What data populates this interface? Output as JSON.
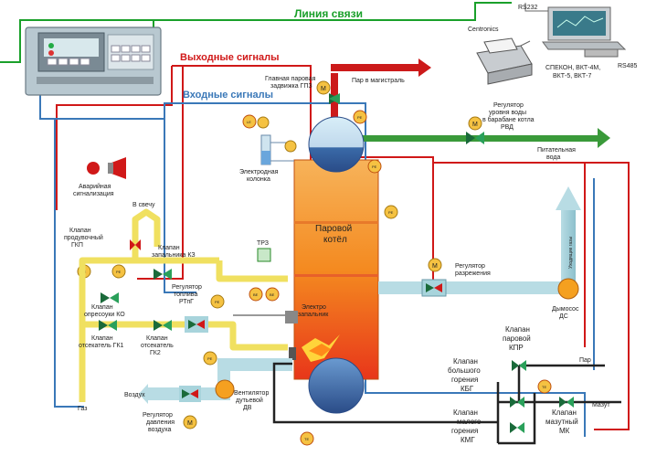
{
  "titles": {
    "comm_line": "Линия связи",
    "output_signals": "Выходные сигналы",
    "input_signals": "Входные сигналы"
  },
  "devices": {
    "rs232": "RS232",
    "centronics": "Centronics",
    "rs485": "RS485",
    "speckon": "СПЕКОН, ВКТ-4М,",
    "vkt": "ВКТ-5, ВКТ-7"
  },
  "labels": {
    "main_valve_1": "Главная паровая",
    "main_valve_2": "задвижка ГПЗ",
    "steam_main": "Пар в магистраль",
    "level_reg_1": "Регулятор",
    "level_reg_2": "уровня воды",
    "level_reg_3": "в барабане котла",
    "level_reg_4": "РВД",
    "feed_water_1": "Питательная",
    "feed_water_2": "вода",
    "alarm_1": "Аварийная",
    "alarm_2": "сигнализация",
    "electrode_1": "Электродная",
    "electrode_2": "колонка",
    "to_candle": "В свечу",
    "purge_1": "Клапан",
    "purge_2": "продувочный",
    "purge_3": "ГКП",
    "ignit_valve_1": "Клапан",
    "ignit_valve_2": "запальника КЗ",
    "boiler_1": "Паровой",
    "boiler_2": "котёл",
    "tpz": "ТРЗ",
    "draft_reg_1": "Регулятор",
    "draft_reg_2": "разрежения",
    "fuel_reg_1": "Регулятор",
    "fuel_reg_2": "топлива",
    "fuel_reg_3": "РТпГ",
    "ko_1": "Клапан",
    "ko_2": "опресоуки КО",
    "gk1_1": "Клапан",
    "gk1_2": "отсекатель ГК1",
    "gk2_1": "Клапан",
    "gk2_2": "отсекатель",
    "gk2_3": "ГК2",
    "ignit_1": "Электро",
    "ignit_2": "запальник",
    "smoke_1": "Дымосос",
    "smoke_2": "ДС",
    "exhaust": "Уходящие газы",
    "air": "Воздух",
    "fan_1": "Вентилятор",
    "fan_2": "дутьевой",
    "fan_3": "ДВ",
    "air_reg_1": "Регулятор",
    "air_reg_2": "давления",
    "air_reg_3": "воздуха",
    "gas": "Газ",
    "kpr_1": "Клапан",
    "kpr_2": "паровой",
    "kpr_3": "КПР",
    "steam": "Пар",
    "kbg_1": "Клапан",
    "kbg_2": "большого",
    "kbg_3": "горения",
    "kbg_4": "КБГ",
    "kmg_1": "Клапан",
    "kmg_2": "малого",
    "kmg_3": "горения",
    "kmg_4": "КМГ",
    "mk_1": "Клапан",
    "mk_2": "мазутный",
    "mk_3": "МК",
    "fuel_oil": "Мазут"
  },
  "sensors": {
    "m": "М",
    "pe": "PE",
    "pr": "Pr",
    "le": "LE",
    "te": "TE",
    "tr": "Tr",
    "be": "BE",
    "pe_pres": "PE"
  },
  "colors": {
    "comm_green": "#1aa02a",
    "output_red": "#d01818",
    "input_blue": "#3a78b8",
    "steam_red": "#cc1a1a",
    "water_green": "#3a9a3a",
    "gas_yellow": "#f0e060",
    "air_blue": "#a8d4dc",
    "boiler_orange": "#f07a10"
  }
}
